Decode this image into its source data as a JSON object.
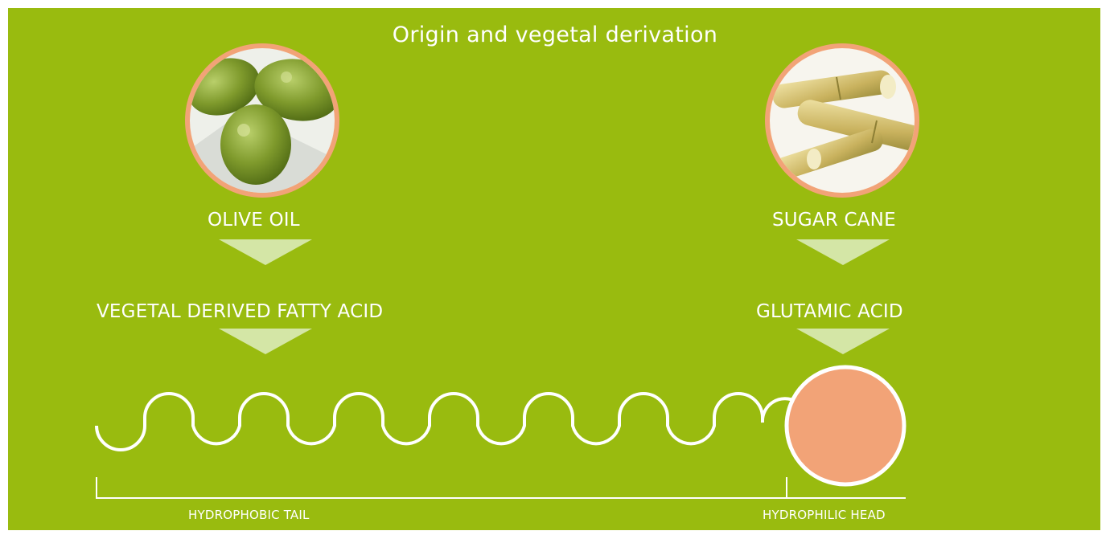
{
  "title": "Origin and vegetal derivation",
  "sources": {
    "left": {
      "label": "OLIVE OIL",
      "image": "olives-photo"
    },
    "right": {
      "label": "SUGAR CANE",
      "image": "sugar-cane-photo"
    }
  },
  "derivatives": {
    "left": "VEGETAL DERIVED FATTY ACID",
    "right": "GLUTAMIC ACID"
  },
  "molecule": {
    "tail_label": "HYDROPHOBIC TAIL",
    "head_label": "HYDROPHILIC HEAD"
  },
  "colors": {
    "background": "#99bb0f",
    "accent": "#f2a377",
    "arrow": "#d4e6a6",
    "line": "#ffffff"
  }
}
